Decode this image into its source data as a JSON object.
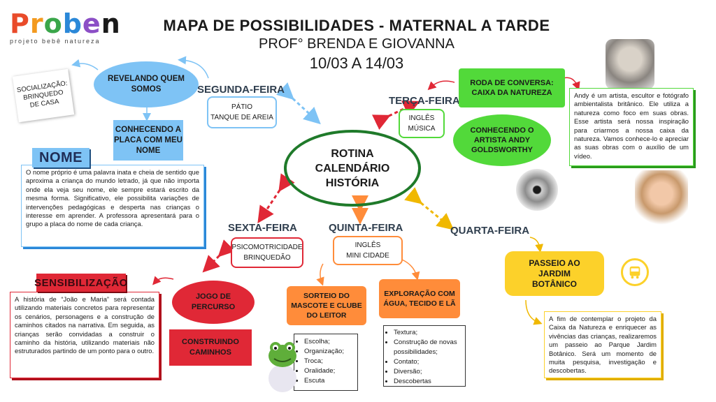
{
  "logo": {
    "letters": [
      "P",
      "r",
      "o",
      "b",
      "e",
      "n"
    ],
    "subtitle": "projeto bebê natureza"
  },
  "header": {
    "title": "MAPA DE POSSIBILIDADES - MATERNAL A TARDE",
    "subtitle": "PROF° BRENDA E GIOVANNA",
    "dates": "10/03 A 14/03"
  },
  "center": {
    "line1": "ROTINA",
    "line2": "CALENDÁRIO",
    "line3": "HISTÓRIA"
  },
  "monday": {
    "label": "SEGUNDA-FEIRA",
    "activities": [
      "PÁTIO",
      "TANQUE DE AREIA"
    ],
    "socializacao": "SOCIALIZAÇÃO: BRINQUEDO DE CASA",
    "revelando": "REVELANDO QUEM SOMOS",
    "conhecendo": "CONHECENDO A PLACA COM MEU NOME",
    "nome_title": "NOME",
    "nome_text": "O nome próprio é uma palavra inata e cheia de sentido que aproxima a criança do mundo letrado, já que não importa onde ela veja seu nome, ele sempre estará escrito da mesma forma. Significativo, ele possibilita variações de intervenções pedagógicas e desperta nas crianças o interesse em aprender. A professora apresentará para o grupo a placa do nome de cada criança."
  },
  "tuesday": {
    "label": "TERÇA-FEIRA",
    "activities": [
      "INGLÊS",
      "MÚSICA"
    ],
    "roda": "RODA DE CONVERSA: CAIXA DA NATUREZA",
    "artista": "CONHECENDO O ARTISTA ANDY GOLDSWORTHY",
    "andy_text": "Andy é um artista, escultor e fotógrafo ambientalista britânico. Ele utiliza a natureza como foco em suas obras. Esse artista será nossa inspiração para criarmos a nossa caixa da natureza. Vamos conhece-lo e apreciar as suas obras com o auxílio de um vídeo."
  },
  "wednesday": {
    "label": "QUARTA-FEIRA",
    "passeio": "PASSEIO AO JARDIM BOTÂNICO",
    "passeio_text": "A fim de contemplar o projeto da Caixa da Natureza e enriquecer as vivências das crianças, realizaremos um passeio ao Parque Jardim Botânico. Será um momento de muita pesquisa, investigação e descobertas."
  },
  "thursday": {
    "label": "QUINTA-FEIRA",
    "activities": [
      "INGLÊS",
      "MINI CIDADE"
    ],
    "sorteio": "SORTEIO DO MASCOTE E CLUBE DO LEITOR",
    "sorteio_items": [
      "Escolha;",
      "Organização;",
      "Troca;",
      "Oralidade;",
      "Escuta"
    ],
    "exploracao": "EXPLORAÇÃO COM ÁGUA, TECIDO E LÃ",
    "exploracao_items": [
      "Textura;",
      "Construção de novas possibilidades;",
      "Contato;",
      "Diversão;",
      "Descobertas"
    ]
  },
  "friday": {
    "label": "SEXTA-FEIRA",
    "activities": [
      "PSICOMOTRICIDADE",
      "BRINQUEDÃO"
    ],
    "jogo": "JOGO DE PERCURSO",
    "construindo": "CONSTRUINDO CAMINHOS",
    "sens_title": "SENSIBILIZAÇÃO",
    "sens_text": "A história de “João e Maria” será contada utilizando materiais concretos para representar os cenários, personagens e a construção de caminhos citados na narrativa. Em seguida, as crianças serão convidadas a construir o caminho da história, utilizando materiais não estruturados partindo de um ponto para o outro."
  },
  "colors": {
    "blue": "#7ec3f5",
    "green": "#52d93a",
    "dark_green": "#1f7a2a",
    "red": "#e02836",
    "orange": "#ff8c3a",
    "yellow": "#fcd12a"
  }
}
